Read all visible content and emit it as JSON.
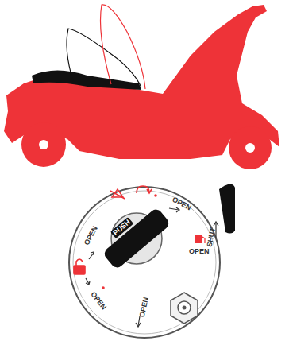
{
  "diagram": {
    "labels": [
      "OPEN",
      "PUSH",
      "OPEN",
      "OPEN",
      "SHUT",
      "OPEN",
      "OPEN"
    ]
  }
}
